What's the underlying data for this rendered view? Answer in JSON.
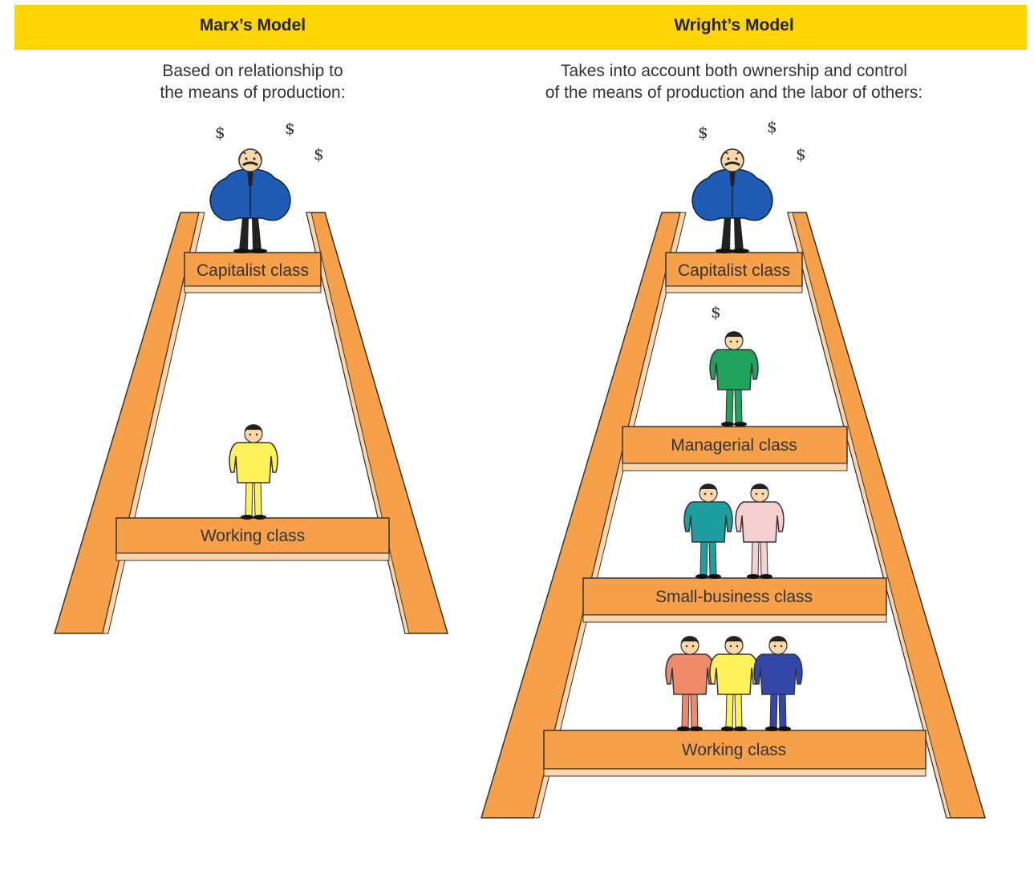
{
  "header": {
    "left_title": "Marx’s Model",
    "right_title": "Wright’s Model",
    "color": "#FFD400"
  },
  "marx": {
    "subtitle_line1": "Based on relationship to",
    "subtitle_line2": "the means of production:",
    "rungs": [
      "Capitalist class",
      "Working class"
    ]
  },
  "wright": {
    "subtitle_line1": "Takes into account both ownership and control",
    "subtitle_line2": "of the means of production and the labor of others:",
    "rungs": [
      "Capitalist class",
      "Managerial class",
      "Small-business class",
      "Working class"
    ]
  },
  "symbols": {
    "dollar": "$"
  },
  "colors": {
    "ladder": "#F7A04A",
    "ladder_light": "#FCD5A8",
    "capitalist_suit": "#1E5BB5",
    "manager_suit": "#1FA25A",
    "worker_yellow": "#FFF15A"
  }
}
